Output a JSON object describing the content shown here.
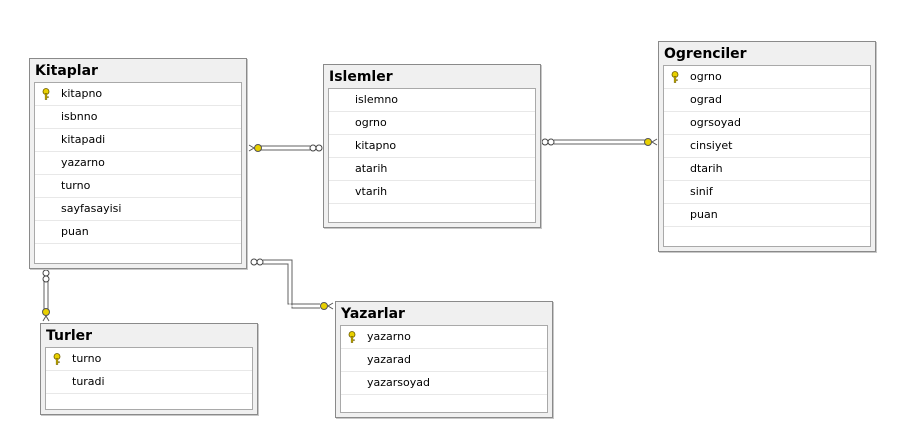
{
  "tables": {
    "kitaplar": {
      "title": "Kitaplar",
      "columns": [
        "kitapno",
        "isbnno",
        "kitapadi",
        "yazarno",
        "turno",
        "sayfasayisi",
        "puan"
      ]
    },
    "islemler": {
      "title": "Islemler",
      "columns": [
        "islemno",
        "ogrno",
        "kitapno",
        "atarih",
        "vtarih"
      ]
    },
    "ogrenciler": {
      "title": "Ogrenciler",
      "columns": [
        "ogrno",
        "ograd",
        "ogrsoyad",
        "cinsiyet",
        "dtarih",
        "sinif",
        "puan"
      ]
    },
    "turler": {
      "title": "Turler",
      "columns": [
        "turno",
        "turadi"
      ]
    },
    "yazarlar": {
      "title": "Yazarlar",
      "columns": [
        "yazarno",
        "yazarad",
        "yazarsoyad"
      ]
    }
  },
  "colors": {
    "key": "#e8d000",
    "line": "#606060"
  }
}
